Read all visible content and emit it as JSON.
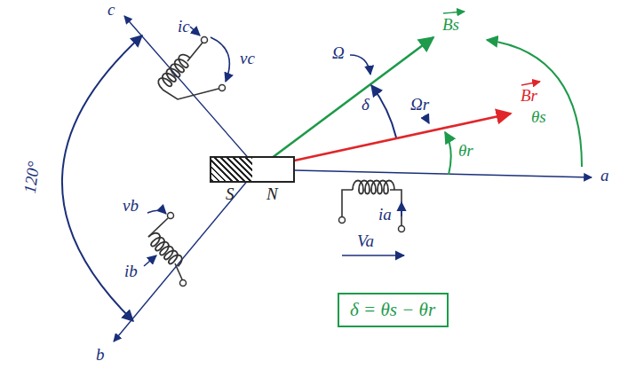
{
  "diagram": {
    "nodes": [
      {
        "text": [
          "S",
          "N"
        ]
      },
      {
        "text": [
          "δ = θs − θr"
        ]
      }
    ],
    "labels": [
      "c",
      "ic",
      "vc",
      "Ω",
      "Bs",
      "δ",
      "Ωr",
      "Br",
      "θs",
      "θr",
      "a",
      "ia",
      "Va",
      "120°",
      "vb",
      "ib",
      "b"
    ]
  }
}
